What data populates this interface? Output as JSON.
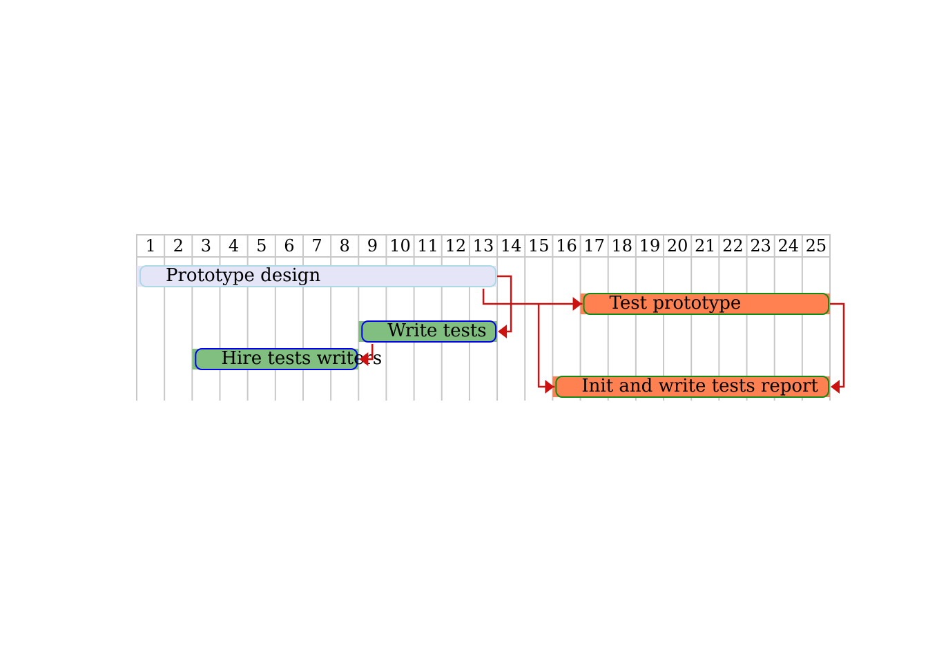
{
  "chart_data": {
    "type": "gantt",
    "columns": [
      "1",
      "2",
      "3",
      "4",
      "5",
      "6",
      "7",
      "8",
      "9",
      "10",
      "11",
      "12",
      "13",
      "14",
      "15",
      "16",
      "17",
      "18",
      "19",
      "20",
      "21",
      "22",
      "23",
      "24",
      "25"
    ],
    "tasks": [
      {
        "label": "Prototype design",
        "start": 1,
        "end": 13,
        "fill": "#e4e6f8",
        "stroke": "#add8e6",
        "band": "#e4e6f8"
      },
      {
        "label": "Test prototype",
        "start": 17,
        "end": 25,
        "fill": "#ff8050",
        "stroke": "#138a13",
        "band": "#ff8050"
      },
      {
        "label": "Write tests",
        "start": 9,
        "end": 13,
        "fill": "#80bf80",
        "stroke": "#0000ee",
        "band": "#80bf80"
      },
      {
        "label": "Hire tests writers",
        "start": 3,
        "end": 8,
        "fill": "#80bf80",
        "stroke": "#0000ee",
        "band": "#80bf80"
      },
      {
        "label": "Init and write tests report",
        "start": 16,
        "end": 25,
        "fill": "#ff8050",
        "stroke": "#138a13",
        "band": "#ff8050"
      }
    ],
    "links": [
      {
        "from": 0,
        "to": 2
      },
      {
        "from": 0,
        "to": 1
      },
      {
        "from": 0,
        "to": 4
      },
      {
        "from": 1,
        "to": 4
      },
      {
        "from": 2,
        "to": 3
      }
    ],
    "grid_color": "#c8c8c8",
    "link_color": "#cc1111"
  }
}
